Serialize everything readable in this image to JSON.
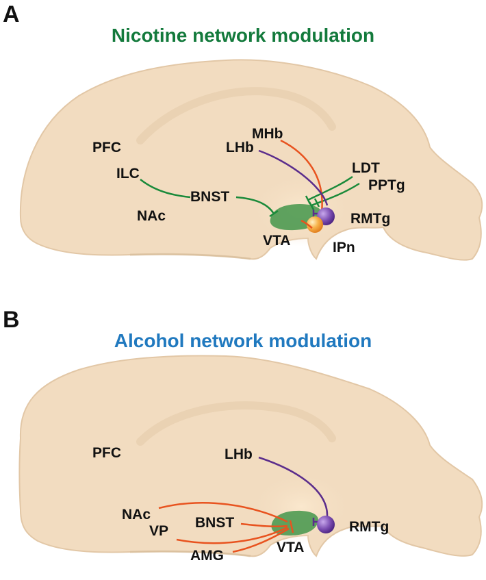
{
  "colors": {
    "brain_fill": "#f2dcc0",
    "nicotine_title": "#137a3c",
    "alcohol_title": "#2079bf",
    "green_path": "#1a8a3a",
    "orange_path": "#e8531f",
    "purple_path": "#5b2d8c",
    "vta_fill": "#4e9a52",
    "neuron_purple": "#7a4cb0",
    "neuron_orange": "#f3a33a"
  },
  "panel_a": {
    "letter": "A",
    "title": "Nicotine network modulation",
    "labels": {
      "mhb": "MHb",
      "lhb": "LHb",
      "pfc": "PFC",
      "ilc": "ILC",
      "ldt": "LDT",
      "pptg": "PPTg",
      "bnst": "BNST",
      "nac": "NAc",
      "rmtg": "RMTg",
      "vta": "VTA",
      "ipn": "IPn"
    }
  },
  "panel_b": {
    "letter": "B",
    "title": "Alcohol network modulation",
    "labels": {
      "pfc": "PFC",
      "lhb": "LHb",
      "nac": "NAc",
      "vp": "VP",
      "bnst": "BNST",
      "amg": "AMG",
      "vta": "VTA",
      "rmtg": "RMTg"
    }
  }
}
